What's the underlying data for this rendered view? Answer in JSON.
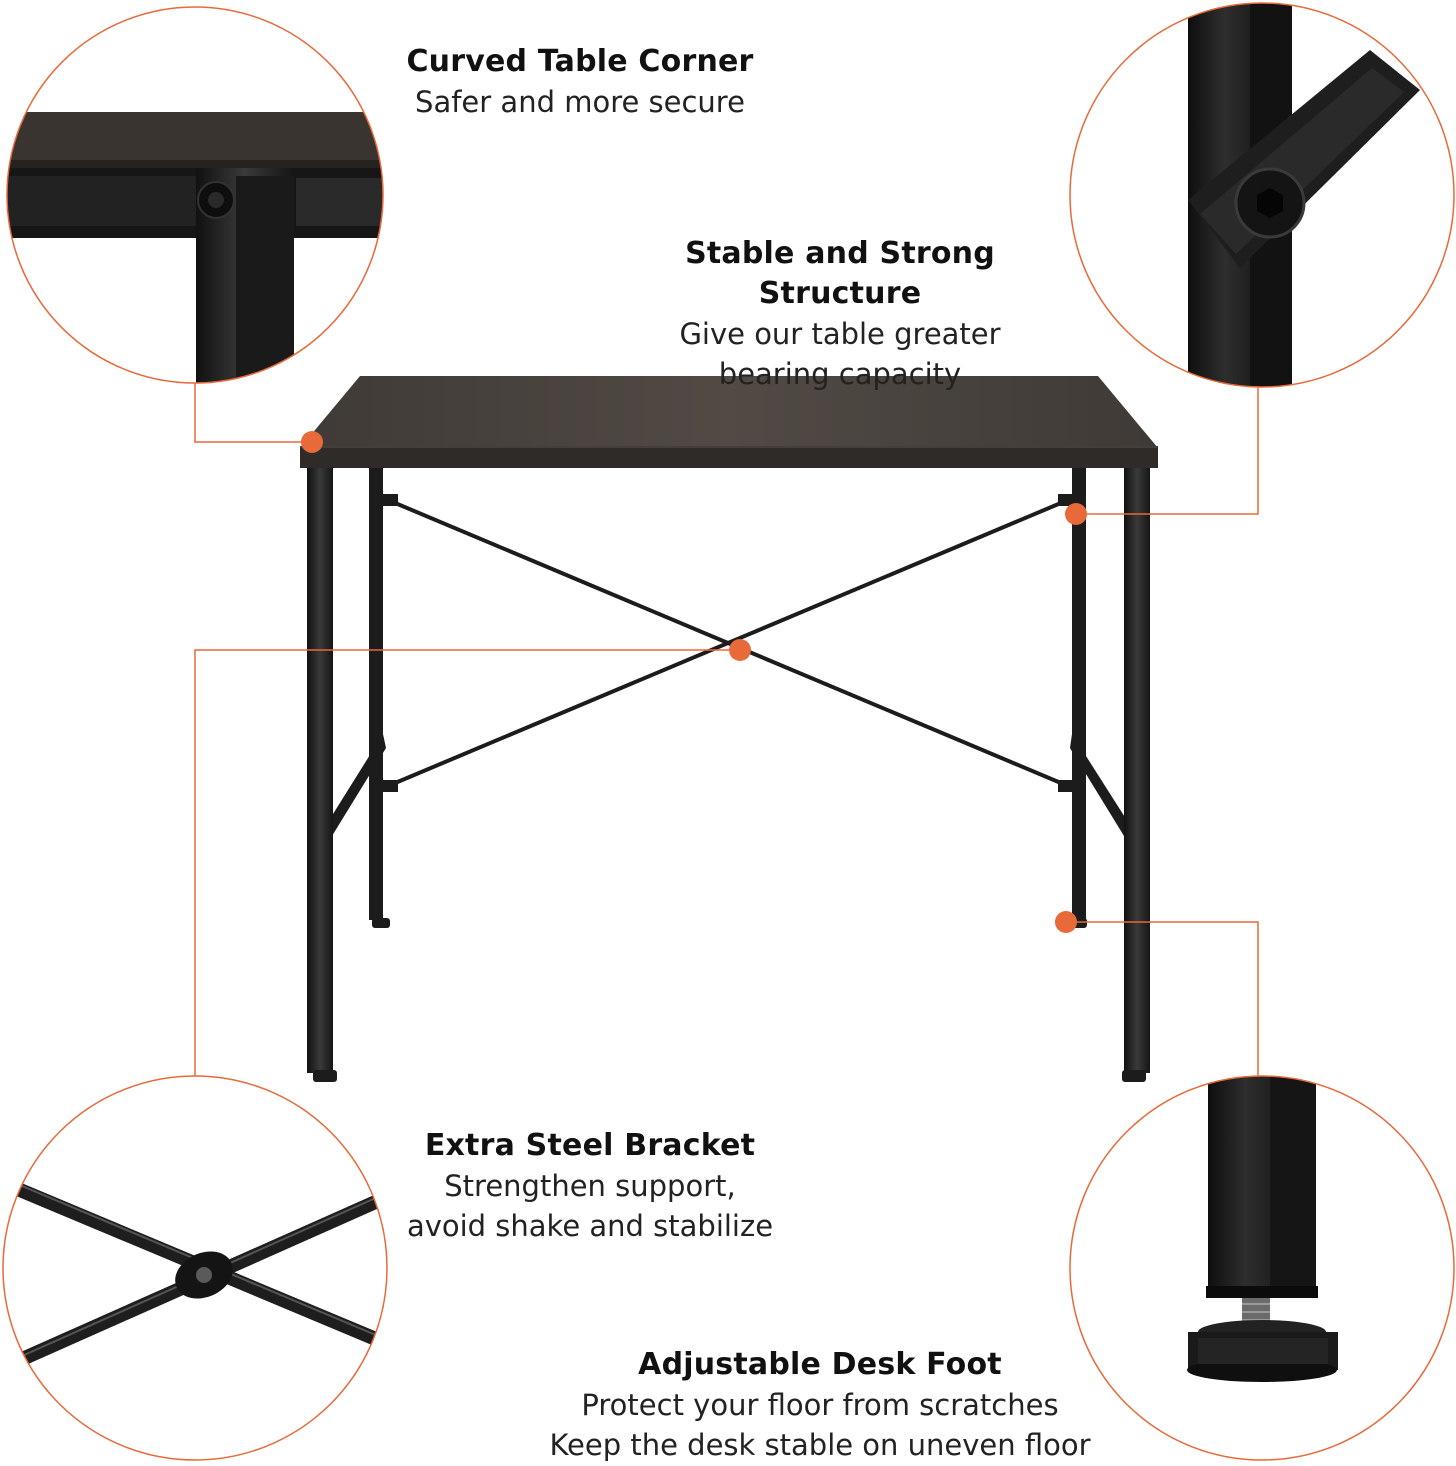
{
  "colors": {
    "accent": "#e8693a",
    "frame": "#1c1c1c",
    "tabletop": "#4a4440"
  },
  "features": {
    "corner": {
      "title": "Curved Table Corner",
      "lines": [
        "Safer and more secure"
      ]
    },
    "structure": {
      "title": "Stable and Strong Structure",
      "lines": [
        "Give our table greater",
        "bearing capacity"
      ]
    },
    "bracket": {
      "title": "Extra Steel Bracket",
      "lines": [
        "Strengthen support,",
        "avoid shake and stabilize"
      ]
    },
    "foot": {
      "title": "Adjustable Desk Foot",
      "lines": [
        "Protect your floor from scratches",
        "Keep the desk stable on uneven floor"
      ]
    }
  }
}
